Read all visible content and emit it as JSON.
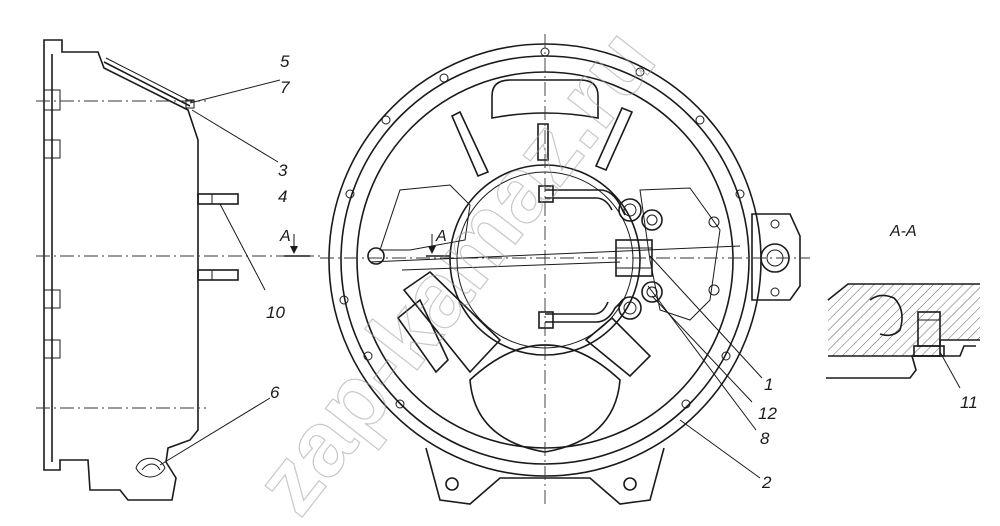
{
  "callouts": {
    "c5": "5",
    "c7": "7",
    "c3": "3",
    "c4": "4",
    "c10": "10",
    "c6": "6",
    "c1": "1",
    "c12": "12",
    "c8": "8",
    "c2": "2",
    "c11": "11"
  },
  "section_marks": {
    "left": "A",
    "right": "A"
  },
  "section_title": "A-A",
  "watermark": "zap-kamaz.ru"
}
